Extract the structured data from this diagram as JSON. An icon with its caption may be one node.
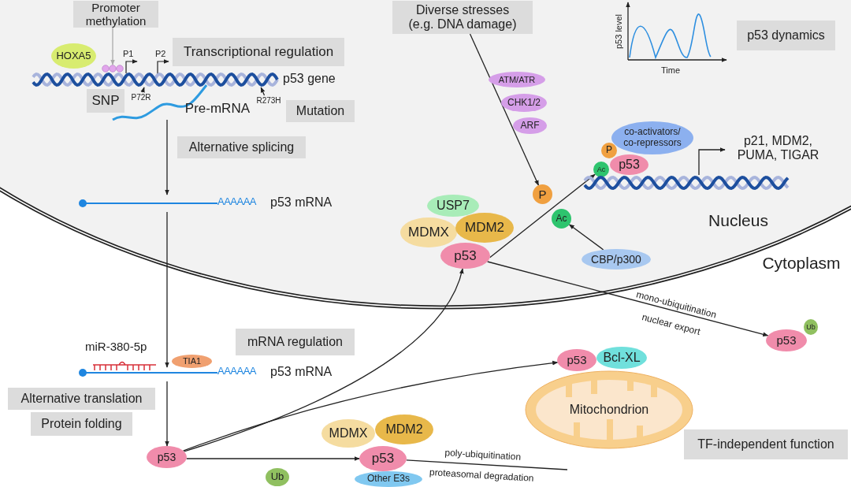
{
  "diagram": {
    "nodes": [
      {
        "text": [
          "Promoter methylation"
        ]
      },
      {
        "text": [
          "HOXA5"
        ]
      },
      {
        "text": [
          "Transcriptional regulation"
        ]
      },
      {
        "text": [
          "SNP"
        ]
      },
      {
        "text": [
          "Pre-mRNA"
        ]
      },
      {
        "text": [
          "Mutation"
        ]
      },
      {
        "text": [
          "Alternative splicing"
        ]
      },
      {
        "text": [
          "AAAAAA",
          "p53 mRNA"
        ]
      },
      {
        "text": [
          "Diverse stresses (e.g. DNA damage)"
        ]
      },
      {
        "text": [
          "ATM/ATR"
        ]
      },
      {
        "text": [
          "CHK1/2"
        ]
      },
      {
        "text": [
          "ARF"
        ]
      },
      {
        "text": [
          "p53 dynamics"
        ]
      },
      {
        "text": [
          "co-activators/ co-repressors"
        ]
      },
      {
        "text": [
          "P"
        ]
      },
      {
        "text": [
          "Ac"
        ]
      },
      {
        "text": [
          "p53"
        ]
      },
      {
        "text": [
          "p21, MDM2, PUMA, TIGAR"
        ]
      },
      {
        "text": [
          "USP7"
        ]
      },
      {
        "text": [
          "MDMX"
        ]
      },
      {
        "text": [
          "MDM2"
        ]
      },
      {
        "text": [
          "p53"
        ]
      },
      {
        "text": [
          "P"
        ]
      },
      {
        "text": [
          "Ac"
        ]
      },
      {
        "text": [
          "CBP/p300"
        ]
      },
      {
        "text": [
          "Nucleus"
        ]
      },
      {
        "text": [
          "Cytoplasm"
        ]
      },
      {
        "text": [
          "p53"
        ]
      },
      {
        "text": [
          "Ub"
        ]
      },
      {
        "text": [
          "mRNA regulation"
        ]
      },
      {
        "text": [
          "AAAAAA",
          "p53 mRNA"
        ]
      },
      {
        "text": [
          "TIA1"
        ]
      },
      {
        "text": [
          "Alternative translation"
        ]
      },
      {
        "text": [
          "Protein folding"
        ]
      },
      {
        "text": [
          "p53"
        ]
      },
      {
        "text": [
          "p53"
        ]
      },
      {
        "text": [
          "Bcl-XL"
        ]
      },
      {
        "text": [
          "Mitochondrion"
        ]
      },
      {
        "text": [
          "TF-independent function"
        ]
      },
      {
        "text": [
          "MDMX"
        ]
      },
      {
        "text": [
          "MDM2"
        ]
      },
      {
        "text": [
          "p53"
        ]
      },
      {
        "text": [
          "Ub"
        ]
      },
      {
        "text": [
          "Other E3s"
        ]
      },
      {
        "text": [
          "P72R"
        ]
      },
      {
        "text": [
          "R273H"
        ]
      },
      {
        "text": [],
        "shape": "circle"
      },
      {
        "text": [],
        "shape": "helix"
      },
      {
        "text": [],
        "shape": "helix"
      }
    ],
    "edges": [
      {
        "from": 0,
        "to": 46,
        "arrow": "to",
        "color": "#aaaaaa"
      },
      {
        "from": 44,
        "to": 47,
        "arrow": "to"
      },
      {
        "from": 45,
        "to": 47,
        "arrow": "to"
      },
      {
        "from": 4,
        "to": 7,
        "arrow": "to"
      },
      {
        "from": 7,
        "to": 30,
        "arrow": "to"
      },
      {
        "from": 30,
        "to": 34,
        "arrow": "to"
      },
      {
        "from": 8,
        "to": 22,
        "arrow": "to"
      },
      {
        "from": 21,
        "to": 15,
        "arrow": "to"
      },
      {
        "from": 24,
        "to": 23,
        "arrow": "to"
      },
      {
        "from": 48,
        "to": 17,
        "arrow": "to"
      },
      {
        "from": 21,
        "to": 27,
        "arrow": "to",
        "label": "mono-ubiquitination nuclear export"
      },
      {
        "from": 34,
        "to": 21,
        "arrow": "to"
      },
      {
        "from": 34,
        "to": 35,
        "arrow": "to"
      },
      {
        "from": 34,
        "to": 41,
        "arrow": "to"
      },
      {
        "from": 41,
        "to": null,
        "arrow": "none",
        "label": "poly-ubiquitination proteasomal degradation"
      }
    ],
    "labels": [
      "P1",
      "P2",
      "p53 gene",
      "miR-380-5p",
      "p53 level",
      "Time"
    ]
  }
}
